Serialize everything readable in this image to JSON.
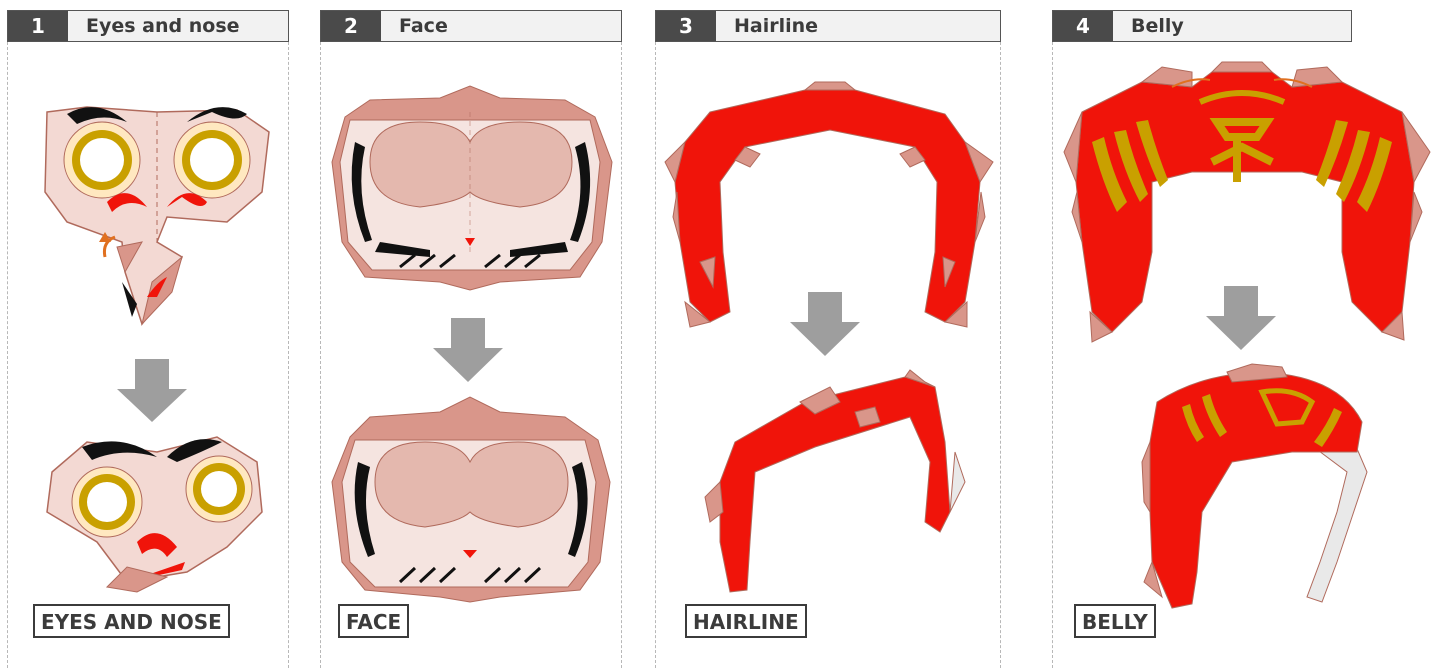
{
  "steps": [
    {
      "number": "1",
      "title": "Eyes and nose",
      "caption": "EYES AND NOSE"
    },
    {
      "number": "2",
      "title": "Face",
      "caption": "FACE"
    },
    {
      "number": "3",
      "title": "Hairline",
      "caption": "HAIRLINE"
    },
    {
      "number": "4",
      "title": "Belly",
      "caption": "BELLY"
    }
  ],
  "colors": {
    "red": "#f0140a",
    "flap": "#d9968a",
    "skin": "#e4b8ae",
    "gold": "#c9a000",
    "arrow": "#9e9e9e",
    "orange_arrow": "#e07020",
    "header_dark": "#4a4a4a",
    "header_light": "#f2f2f2"
  }
}
